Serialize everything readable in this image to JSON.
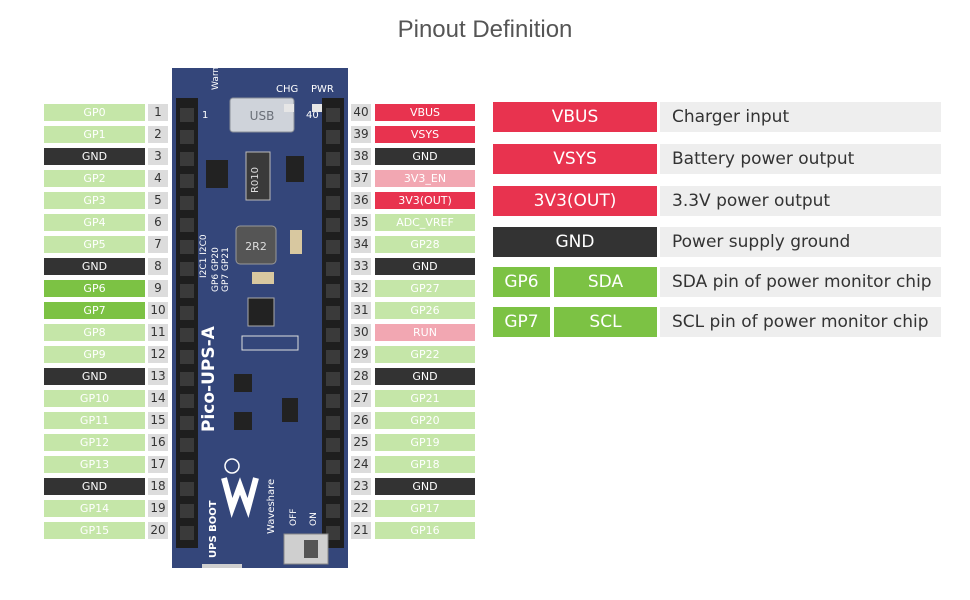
{
  "title": "Pinout Definition",
  "colors": {
    "gpio_light": "#c5e6a8",
    "gpio_bright": "#7cc244",
    "gnd": "#333333",
    "power": "#e8334f",
    "power_light": "#f2a7b2",
    "pin_num_bg": "#dcdcdc",
    "board": "#34467a"
  },
  "left_pins": [
    {
      "num": "1",
      "label": "GP0",
      "type": "gpio"
    },
    {
      "num": "2",
      "label": "GP1",
      "type": "gpio"
    },
    {
      "num": "3",
      "label": "GND",
      "type": "gnd"
    },
    {
      "num": "4",
      "label": "GP2",
      "type": "gpio"
    },
    {
      "num": "5",
      "label": "GP3",
      "type": "gpio"
    },
    {
      "num": "6",
      "label": "GP4",
      "type": "gpio"
    },
    {
      "num": "7",
      "label": "GP5",
      "type": "gpio"
    },
    {
      "num": "8",
      "label": "GND",
      "type": "gnd"
    },
    {
      "num": "9",
      "label": "GP6",
      "type": "gpio_active"
    },
    {
      "num": "10",
      "label": "GP7",
      "type": "gpio_active"
    },
    {
      "num": "11",
      "label": "GP8",
      "type": "gpio"
    },
    {
      "num": "12",
      "label": "GP9",
      "type": "gpio"
    },
    {
      "num": "13",
      "label": "GND",
      "type": "gnd"
    },
    {
      "num": "14",
      "label": "GP10",
      "type": "gpio"
    },
    {
      "num": "15",
      "label": "GP11",
      "type": "gpio"
    },
    {
      "num": "16",
      "label": "GP12",
      "type": "gpio"
    },
    {
      "num": "17",
      "label": "GP13",
      "type": "gpio"
    },
    {
      "num": "18",
      "label": "GND",
      "type": "gnd"
    },
    {
      "num": "19",
      "label": "GP14",
      "type": "gpio"
    },
    {
      "num": "20",
      "label": "GP15",
      "type": "gpio"
    }
  ],
  "right_pins": [
    {
      "num": "40",
      "label": "VBUS",
      "type": "power"
    },
    {
      "num": "39",
      "label": "VSYS",
      "type": "power"
    },
    {
      "num": "38",
      "label": "GND",
      "type": "gnd"
    },
    {
      "num": "37",
      "label": "3V3_EN",
      "type": "power_light"
    },
    {
      "num": "36",
      "label": "3V3(OUT)",
      "type": "power"
    },
    {
      "num": "35",
      "label": "ADC_VREF",
      "type": "gpio"
    },
    {
      "num": "34",
      "label": "GP28",
      "type": "gpio"
    },
    {
      "num": "33",
      "label": "GND",
      "type": "gnd"
    },
    {
      "num": "32",
      "label": "GP27",
      "type": "gpio"
    },
    {
      "num": "31",
      "label": "GP26",
      "type": "gpio"
    },
    {
      "num": "30",
      "label": "RUN",
      "type": "power_light"
    },
    {
      "num": "29",
      "label": "GP22",
      "type": "gpio"
    },
    {
      "num": "28",
      "label": "GND",
      "type": "gnd"
    },
    {
      "num": "27",
      "label": "GP21",
      "type": "gpio"
    },
    {
      "num": "26",
      "label": "GP20",
      "type": "gpio"
    },
    {
      "num": "25",
      "label": "GP19",
      "type": "gpio"
    },
    {
      "num": "24",
      "label": "GP18",
      "type": "gpio"
    },
    {
      "num": "23",
      "label": "GND",
      "type": "gnd"
    },
    {
      "num": "22",
      "label": "GP17",
      "type": "gpio"
    },
    {
      "num": "21",
      "label": "GP16",
      "type": "gpio"
    }
  ],
  "board": {
    "warning": "Warning",
    "usb": "USB",
    "chg": "CHG",
    "pwr": "PWR",
    "pin1": "1",
    "pin40": "40",
    "r010": "R010",
    "inductor": "2R2",
    "name": "Pico-UPS-A",
    "i2c_labels": "I2C1 I2C0",
    "gp_labels_a": "GP6 GP20",
    "gp_labels_b": "GP7 GP21",
    "brand": "Waveshare",
    "ups_boot": "UPS BOOT",
    "off": "OFF",
    "on": "ON"
  },
  "legend": [
    {
      "key": "VBUS",
      "desc": "Charger input",
      "type": "power"
    },
    {
      "key": "VSYS",
      "desc": "Battery power output",
      "type": "power"
    },
    {
      "key": "3V3(OUT)",
      "desc": "3.3V power output",
      "type": "power"
    },
    {
      "key": "GND",
      "desc": "Power supply ground",
      "type": "gnd"
    },
    {
      "gp": "GP6",
      "key": "SDA",
      "desc": "SDA pin of power monitor chip",
      "type": "gpio_active"
    },
    {
      "gp": "GP7",
      "key": "SCL",
      "desc": "SCL pin of power monitor chip",
      "type": "gpio_active"
    }
  ]
}
